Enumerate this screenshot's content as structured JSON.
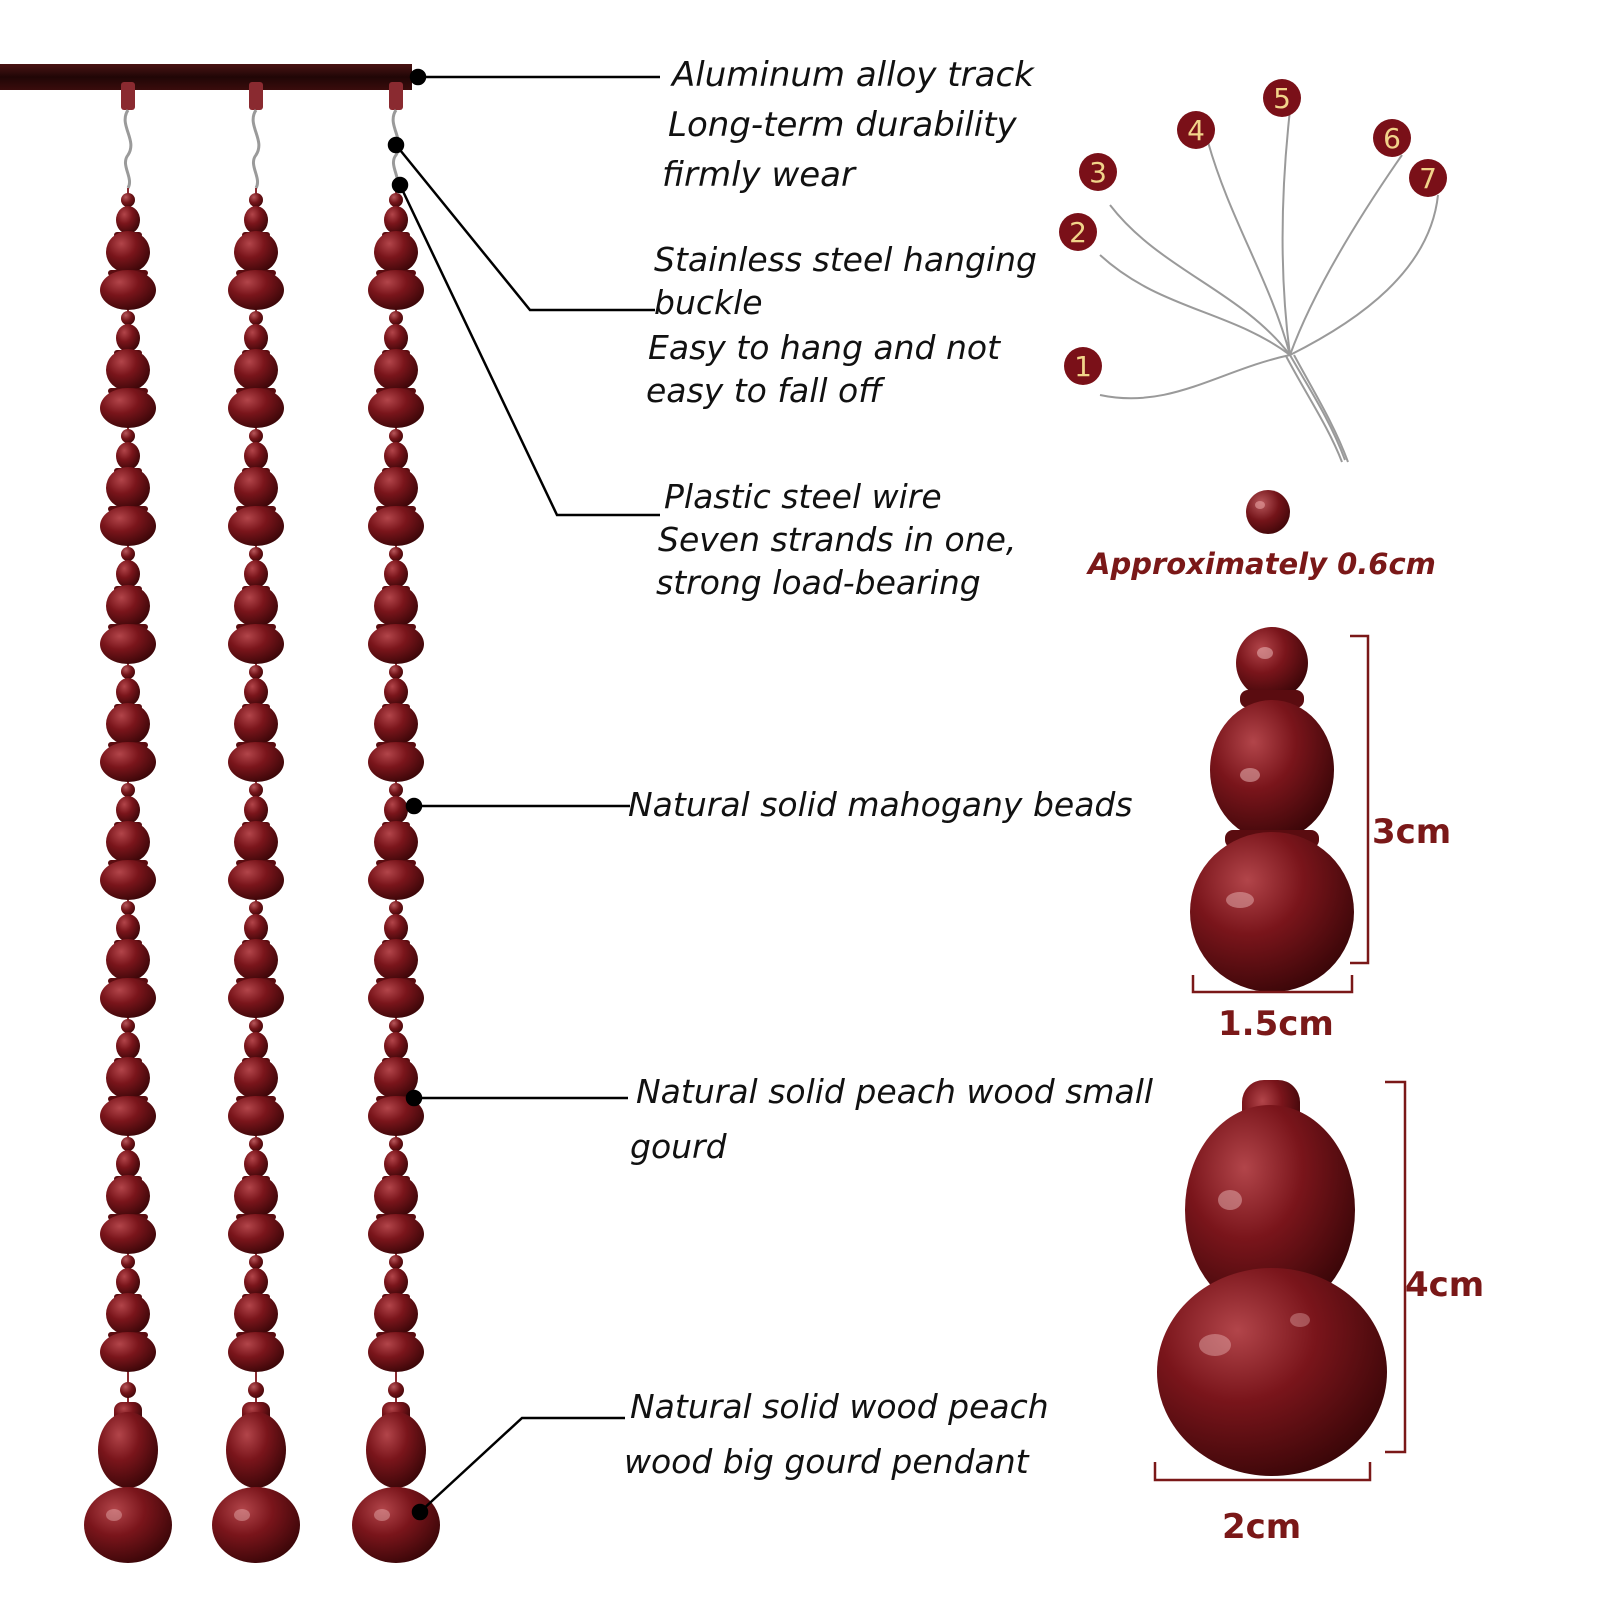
{
  "labels": {
    "track": [
      "Aluminum alloy track",
      "Long-term durability",
      "firmly wear"
    ],
    "buckle": [
      "Stainless steel hanging",
      "buckle",
      "Easy to hang and not",
      "easy to fall off"
    ],
    "wire": [
      "Plastic steel wire",
      "Seven strands in one,",
      "strong load-bearing"
    ],
    "mahogany": [
      "Natural solid mahogany beads"
    ],
    "small_gourd": [
      "Natural solid peach wood small",
      "gourd"
    ],
    "big_gourd": [
      "Natural solid wood peach",
      "wood big gourd pendant"
    ]
  },
  "strands": {
    "numbers": [
      "1",
      "2",
      "3",
      "4",
      "5",
      "6",
      "7"
    ],
    "bead_note": "Approximately 0.6cm"
  },
  "dimensions": {
    "small_gourd_height": "3cm",
    "small_gourd_width": "1.5cm",
    "big_gourd_height": "4cm",
    "big_gourd_width": "2cm"
  },
  "colors": {
    "wood": "#6b0f14",
    "badge": "#7a1018",
    "badge_text": "#f1d48a",
    "dimension": "#7a1818",
    "track": "#2a0a0a"
  }
}
